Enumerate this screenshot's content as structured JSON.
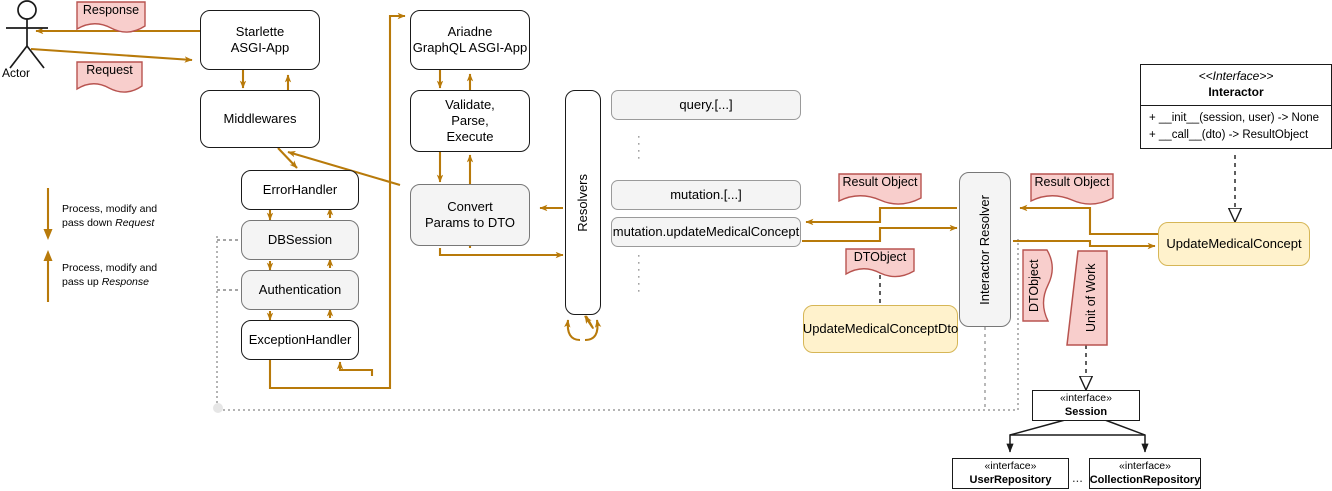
{
  "diagram": {
    "title": "Clean architecture request flow diagram",
    "colors": {
      "arrow": "#b87a0a",
      "note_fill": "#f8cecc",
      "note_border": "#b85450",
      "yellow_fill": "#fff2cc",
      "yellow_border": "#d6b656",
      "gray_fill": "#f4f4f4",
      "gray_border": "#999999",
      "stroke": "#1a1a1a"
    }
  },
  "actor": {
    "label": "Actor"
  },
  "notes": {
    "response_top": "Response",
    "request": "Request",
    "result_object_left": "Result Object",
    "result_object_right": "Result Object",
    "dtobject_left": "DTObject",
    "dtobject_right": "DTObject",
    "unit_of_work": "Unit of Work"
  },
  "legend": {
    "items": [
      {
        "direction": "down",
        "line1": "Process, modify and",
        "line2_prefix": "pass down ",
        "line2_em": "Request"
      },
      {
        "direction": "up",
        "line1": "Process, modify and",
        "line2_prefix": "pass up ",
        "line2_em": "Response"
      }
    ]
  },
  "asgi_column": {
    "starlette": {
      "line1": "Starlette",
      "line2": "ASGI-App"
    },
    "middlewares": {
      "label": "Middlewares"
    },
    "chain": [
      {
        "label": "ErrorHandler",
        "style": "white"
      },
      {
        "label": "DBSession",
        "style": "gray"
      },
      {
        "label": "Authentication",
        "style": "gray"
      },
      {
        "label": "ExceptionHandler",
        "style": "white"
      }
    ]
  },
  "graphql_column": {
    "ariadne": {
      "line1": "Ariadne",
      "line2": "GraphQL ASGI-App"
    },
    "vpe": {
      "line1": "Validate,",
      "line2": "Parse,",
      "line3": "Execute"
    },
    "convert": {
      "line1": "Convert",
      "line2": "Params to DTO"
    },
    "resolvers": {
      "label": "Resolvers"
    }
  },
  "resolver_list": {
    "query": "query.[...]",
    "mutation": "mutation.[...]",
    "mutation_selected": "mutation.updateMedicalConcept"
  },
  "interactor_resolver": {
    "label": "Interactor Resolver"
  },
  "dto_class": {
    "label": "UpdateMedicalConceptDto"
  },
  "interactor_impl": {
    "label": "UpdateMedicalConcept"
  },
  "interactor_interface": {
    "stereotype": "<<Interface>>",
    "name": "Interactor",
    "methods": [
      "+ __init__(session, user) -> None",
      "+ __call__(dto) -> ResultObject"
    ]
  },
  "interfaces": {
    "session": {
      "stereotype": "«interface»",
      "name": "Session"
    },
    "user_repository": {
      "stereotype": "«interface»",
      "name": "UserRepository"
    },
    "collection_repository": {
      "stereotype": "«interface»",
      "name": "CollectionRepository"
    },
    "separator": "..."
  }
}
